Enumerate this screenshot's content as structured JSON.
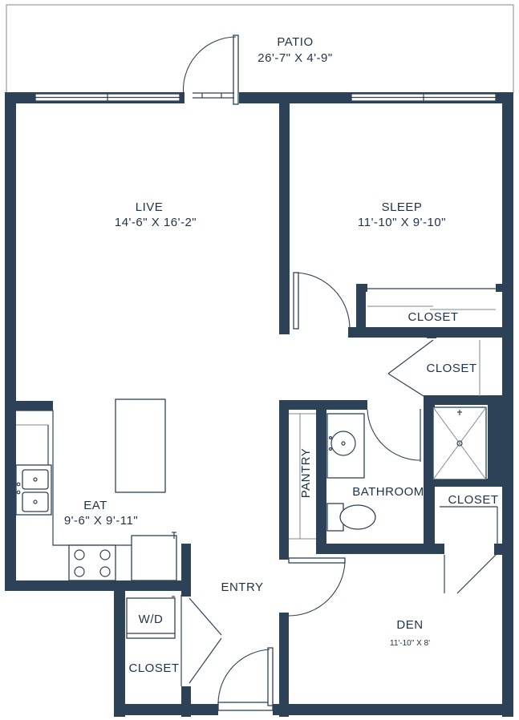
{
  "colors": {
    "wall": "#2e4257",
    "text": "#1f3247",
    "background": "#ffffff"
  },
  "rooms": {
    "patio": {
      "name": "PATIO",
      "dims": "26'-7\" X 4'-9\""
    },
    "live": {
      "name": "LIVE",
      "dims": "14'-6\" X 16'-2\""
    },
    "sleep": {
      "name": "SLEEP",
      "dims": "11'-10\" X 9'-10\""
    },
    "closet_sleep": {
      "name": "CLOSET"
    },
    "closet_hall": {
      "name": "CLOSET"
    },
    "pantry": {
      "name": "PANTRY"
    },
    "bathroom": {
      "name": "BATHROOM"
    },
    "closet_den": {
      "name": "CLOSET"
    },
    "eat": {
      "name": "EAT",
      "dims": "9'-6\" X 9'-11\""
    },
    "entry": {
      "name": "ENTRY"
    },
    "wd": {
      "name": "W/D"
    },
    "closet_entry": {
      "name": "CLOSET"
    },
    "den": {
      "name": "DEN",
      "dims": "11'-10\" X 8'"
    }
  }
}
